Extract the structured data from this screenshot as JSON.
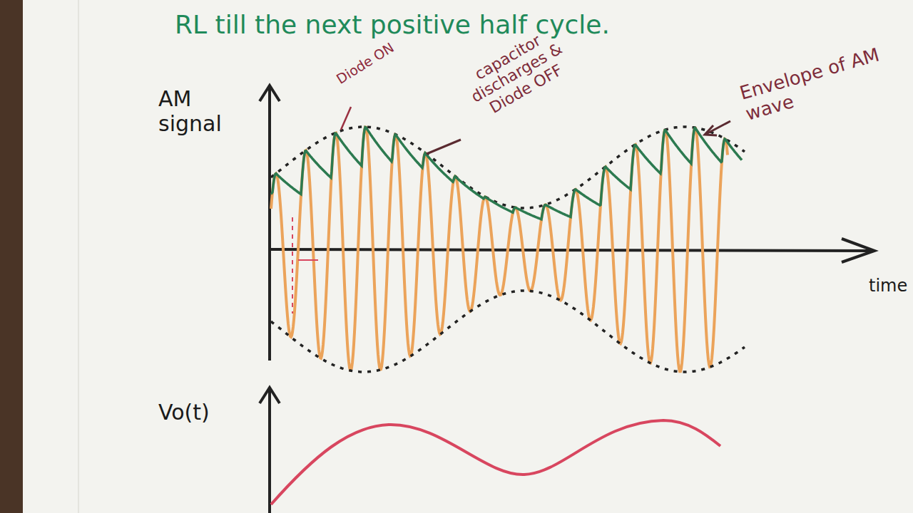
{
  "diagram": {
    "labels": [
      "RL till the next positive half cycle.",
      "AM signal",
      "Diode ON",
      "capacitor discharges & Diode OFF",
      "Envelope of AM wave",
      "time",
      "Vo(t)"
    ]
  }
}
